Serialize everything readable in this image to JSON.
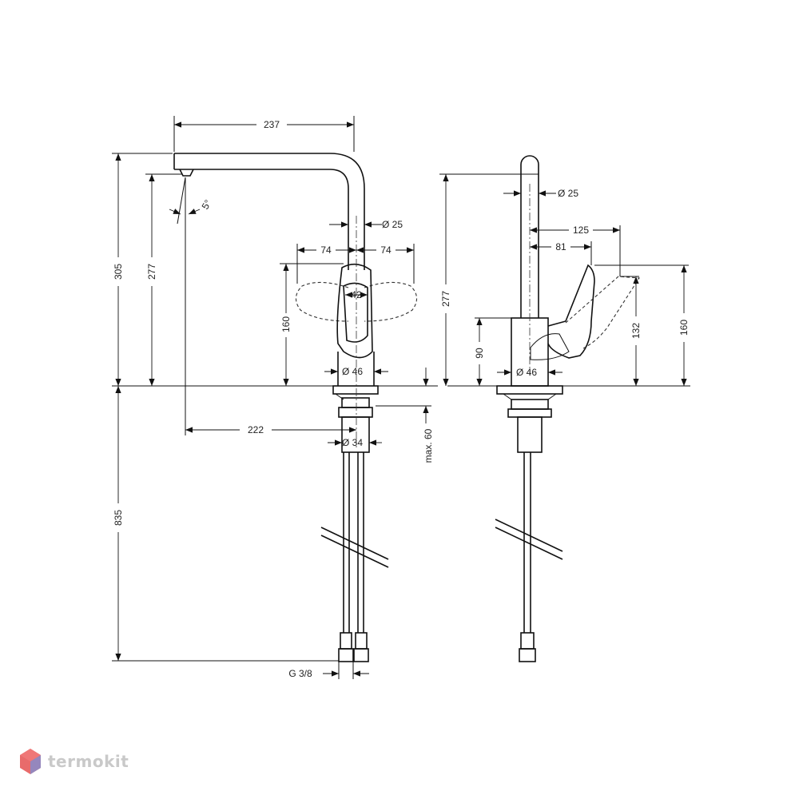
{
  "side_view": {
    "dims": {
      "spout_reach": "237",
      "overall_height": "305",
      "outlet_height": "277",
      "spout_angle": "5°",
      "spout_diameter": "Ø  25",
      "lever_left": "74",
      "lever_right": "74",
      "lever_width": "42",
      "handle_height": "160",
      "base_diameter": "Ø 46",
      "outlet_to_hole": "222",
      "hole_diameter": "Ø 34",
      "max_deck": "max. 60",
      "hose_length": "835",
      "thread": "G 3/8"
    }
  },
  "front_view": {
    "dims": {
      "spout_diameter": "Ø  25",
      "outlet_height": "277",
      "lever_reach_outer": "125",
      "lever_reach_inner": "81",
      "body_height": "90",
      "base_diameter": "Ø  46",
      "lever_tip_height": "132",
      "lever_open_height": "160"
    }
  },
  "watermark": {
    "brand": "termokit",
    "accent": "#e03a3a"
  }
}
